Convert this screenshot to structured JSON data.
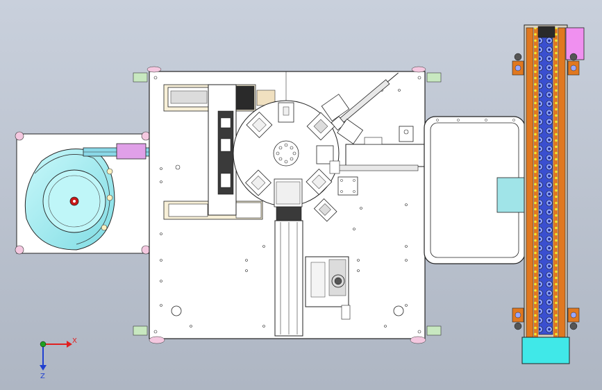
{
  "viewport": {
    "background_top": "#c9d0dc",
    "background_bottom": "#aeb6c3"
  },
  "triad": {
    "x_label": "X",
    "z_label": "Z",
    "x_color": "#e02020",
    "y_color": "#20a020",
    "z_color": "#2040d0"
  },
  "colors": {
    "plate": "#ffffff",
    "line": "#222222",
    "bowl": "#a8f0f4",
    "bowl_dark": "#6fd6de",
    "conveyor_orange": "#e07820",
    "conveyor_blue": "#4a64e0",
    "conveyor_yellow": "#e8e020",
    "magenta_motor": "#f090f0",
    "cyan_box": "#40e8e8",
    "red_center": "#c81818",
    "pink_foot": "#f4c8e0",
    "green_bracket": "#c8e8c0"
  },
  "components": {
    "vibratory_bowl": "vibratory-bowl-feeder",
    "main_plate": "main-base-plate",
    "rotary_table": "rotary-indexing-table",
    "conveyor": "chain-conveyor",
    "output_tray": "output-tray",
    "linear_module": "linear-slide-module"
  }
}
